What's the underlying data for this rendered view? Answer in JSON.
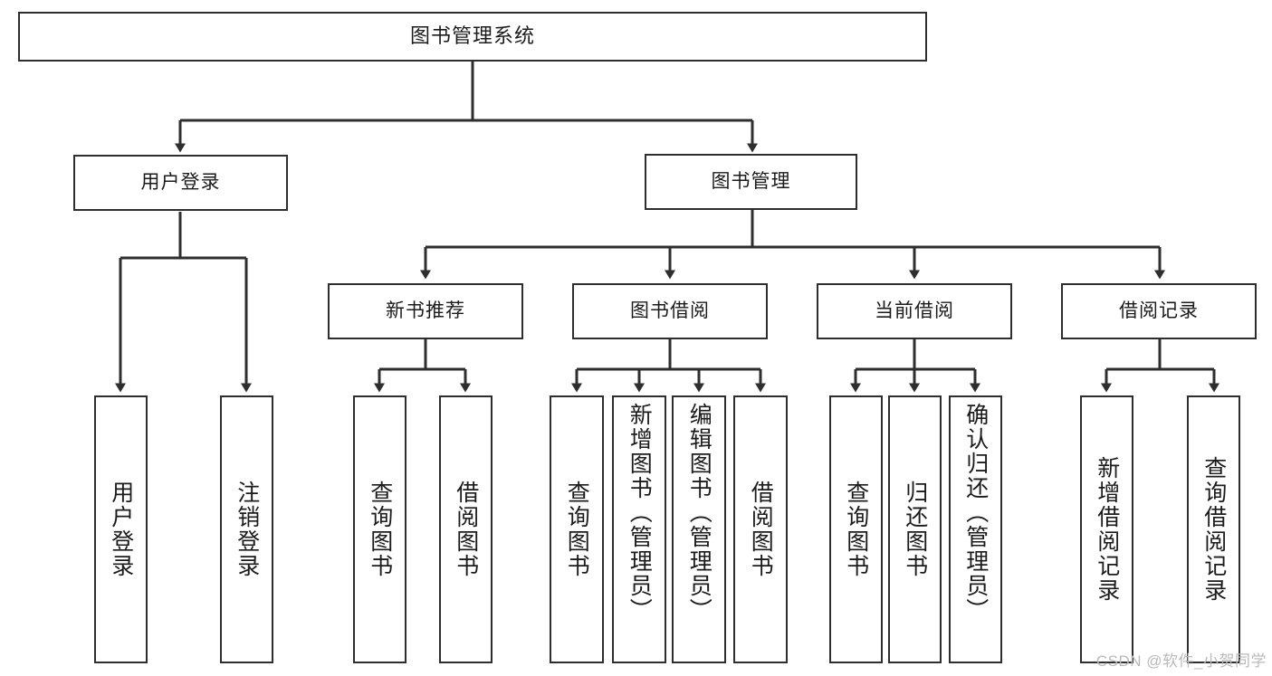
{
  "diagram": {
    "title": "图书管理系统",
    "watermark": "CSDN @软件_小贺同学",
    "line_color": "#2e2e2e",
    "box_fill": "#ffffff",
    "text_color": "#1b1b1b",
    "watermark_color": "#b9b9b9"
  },
  "nodes": {
    "root": {
      "label": "图书管理系统"
    },
    "level2": [
      {
        "label": "用户登录"
      },
      {
        "label": "图书管理"
      }
    ],
    "level3": [
      {
        "label": "新书推荐"
      },
      {
        "label": "图书借阅"
      },
      {
        "label": "当前借阅"
      },
      {
        "label": "借阅记录"
      }
    ],
    "leaves": {
      "user_login": [
        {
          "label": "用户登录"
        },
        {
          "label": "注销登录"
        }
      ],
      "new_books": [
        {
          "label": "查询图书"
        },
        {
          "label": "借阅图书"
        }
      ],
      "book_borrow": [
        {
          "label": "查询图书"
        },
        {
          "label": "新增图书（管理员）"
        },
        {
          "label": "编辑图书（管理员）"
        },
        {
          "label": "借阅图书"
        }
      ],
      "current_borrow": [
        {
          "label": "查询图书"
        },
        {
          "label": "归还图书"
        },
        {
          "label": "确认归还（管理员）"
        }
      ],
      "borrow_records": [
        {
          "label": "新增借阅记录"
        },
        {
          "label": "查询借阅记录"
        }
      ]
    }
  },
  "chart_data": {
    "type": "tree",
    "title": "图书管理系统",
    "root": "图书管理系统",
    "edges": [
      [
        "图书管理系统",
        "用户登录"
      ],
      [
        "图书管理系统",
        "图书管理"
      ],
      [
        "用户登录",
        "用户登录"
      ],
      [
        "用户登录",
        "注销登录"
      ],
      [
        "图书管理",
        "新书推荐"
      ],
      [
        "图书管理",
        "图书借阅"
      ],
      [
        "图书管理",
        "当前借阅"
      ],
      [
        "图书管理",
        "借阅记录"
      ],
      [
        "新书推荐",
        "查询图书"
      ],
      [
        "新书推荐",
        "借阅图书"
      ],
      [
        "图书借阅",
        "查询图书"
      ],
      [
        "图书借阅",
        "新增图书（管理员）"
      ],
      [
        "图书借阅",
        "编辑图书（管理员）"
      ],
      [
        "图书借阅",
        "借阅图书"
      ],
      [
        "当前借阅",
        "查询图书"
      ],
      [
        "当前借阅",
        "归还图书"
      ],
      [
        "当前借阅",
        "确认归还（管理员）"
      ],
      [
        "借阅记录",
        "新增借阅记录"
      ],
      [
        "借阅记录",
        "查询借阅记录"
      ]
    ]
  }
}
